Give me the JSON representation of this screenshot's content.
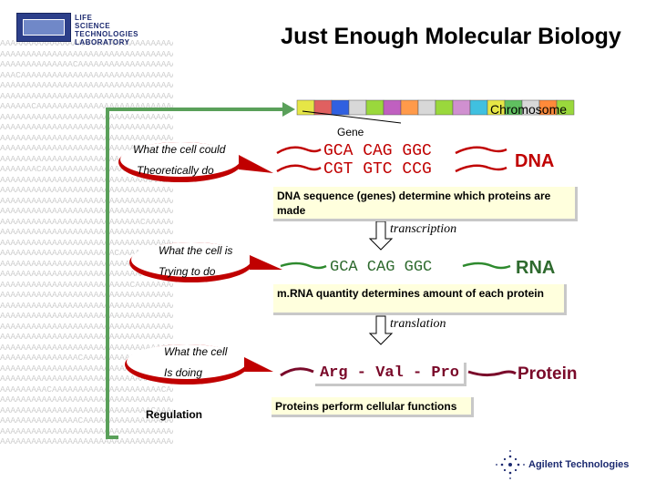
{
  "logo": {
    "line1": "LIFE",
    "line2": "SCIENCE",
    "line3": "TECHNOLOGIES",
    "line4": "LABORATORY"
  },
  "title": "Just Enough Molecular Biology",
  "chromosome": {
    "label": "Chromosome",
    "segment_colors": [
      "#e6e646",
      "#e06060",
      "#3060e0",
      "#d8d8d8",
      "#9ad83c",
      "#c060c0",
      "#ff9a4a",
      "#d8d8d8",
      "#9ad83c",
      "#d090d0",
      "#40c0e0",
      "#e6e646",
      "#60c060",
      "#d8d8d8",
      "#ff8a3a",
      "#9ad83c"
    ]
  },
  "gene_label": "Gene",
  "dna": {
    "codons_top": "GCA CAG GGC",
    "codons_bottom": "CGT GTC CCG",
    "label": "DNA",
    "note": "DNA sequence (genes) determine which proteins are made"
  },
  "transcription_label": "transcription",
  "rna": {
    "codons": "GCA CAG GGC",
    "label": "RNA",
    "note": "m.RNA quantity determines amount of each protein"
  },
  "translation_label": "translation",
  "protein": {
    "sequence": "Arg - Val - Pro",
    "label": "Protein",
    "note": "Proteins perform cellular functions"
  },
  "left_labels": {
    "could_line1": "What the cell could",
    "could_line2": "Theoretically do",
    "is_line1": "What the cell is",
    "is_line2": "Trying to do",
    "doing_line1": "What the cell",
    "doing_line2": "Is doing",
    "regulation": "Regulation"
  },
  "brand": "Agilent Technologies",
  "colors": {
    "green_line": "#5aa05a",
    "red_text": "#c00000",
    "maroon_text": "#7a0a2a",
    "yellow_box": "#ffffdd"
  }
}
